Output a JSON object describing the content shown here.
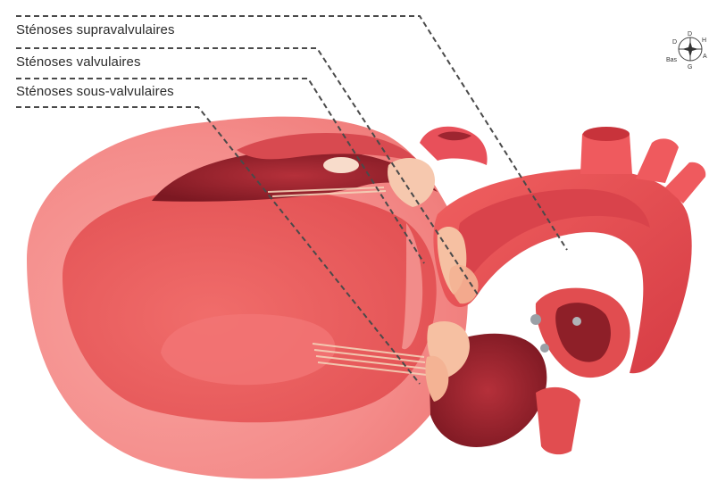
{
  "labels": {
    "supravalvular": "Sténoses supravalvulaires",
    "valvular": "Sténoses valvulaires",
    "subvalvular": "Sténoses sous-valvulaires"
  },
  "compass": {
    "top": "D",
    "top_right": "H",
    "right": "A",
    "bottom": "G",
    "left": "Bas",
    "top_left": "D"
  },
  "colors": {
    "heart_light": "#f58a88",
    "heart_mid": "#ee5a58",
    "heart_dark": "#c8333b",
    "cavity_dark": "#8e1f28",
    "valve": "#f7c5a8",
    "leader_line": "#4a4a4a"
  }
}
